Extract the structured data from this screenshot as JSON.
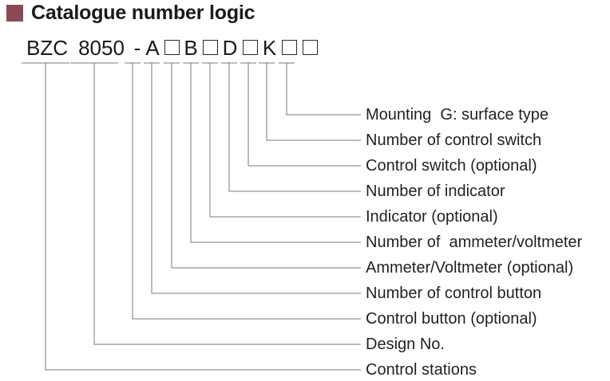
{
  "title": {
    "text": "Catalogue number logic",
    "marker_color": "#8c4a55",
    "marker_icon": "square-bullet-icon"
  },
  "code_line": {
    "full_code": "BZC 8050 - A □ B □ D □ K □ □",
    "tokens": [
      {
        "text": "BZC",
        "type": "text"
      },
      {
        "text": "8050",
        "type": "text"
      },
      {
        "text": "-",
        "type": "text"
      },
      {
        "text": "A",
        "type": "text"
      },
      {
        "text": "",
        "type": "box"
      },
      {
        "text": "B",
        "type": "text"
      },
      {
        "text": "",
        "type": "box"
      },
      {
        "text": "D",
        "type": "text"
      },
      {
        "text": "",
        "type": "box"
      },
      {
        "text": "K",
        "type": "text"
      },
      {
        "text": "",
        "type": "box"
      },
      {
        "text": "",
        "type": "box"
      }
    ]
  },
  "labels": [
    {
      "text": "Mounting  G: surface type"
    },
    {
      "text": "Number of control switch"
    },
    {
      "text": "Control switch (optional)"
    },
    {
      "text": "Number of indicator"
    },
    {
      "text": "Indicator (optional)"
    },
    {
      "text": "Number of  ammeter/voltmeter"
    },
    {
      "text": "Ammeter/Voltmeter (optional)"
    },
    {
      "text": "Number of control button"
    },
    {
      "text": "Control button (optional)"
    },
    {
      "text": "Design No."
    },
    {
      "text": "Control stations"
    }
  ],
  "legend_mapping": [
    {
      "code": "BZC",
      "meaning": "Control stations"
    },
    {
      "code": "8050",
      "meaning": "Design No."
    },
    {
      "code": "A",
      "meaning": "Control button (optional)"
    },
    {
      "code": "□",
      "meaning": "Number of control button"
    },
    {
      "code": "B",
      "meaning": "Ammeter/Voltmeter (optional)"
    },
    {
      "code": "□",
      "meaning": "Number of  ammeter/voltmeter"
    },
    {
      "code": "D",
      "meaning": "Indicator (optional)"
    },
    {
      "code": "□",
      "meaning": "Number of indicator"
    },
    {
      "code": "K",
      "meaning": "Control switch (optional)"
    },
    {
      "code": "□",
      "meaning": "Number of control switch"
    },
    {
      "code": "□",
      "meaning": "Mounting  G: surface type"
    }
  ],
  "style": {
    "line_color": "#7a7a7a",
    "text_color": "#231f20"
  }
}
